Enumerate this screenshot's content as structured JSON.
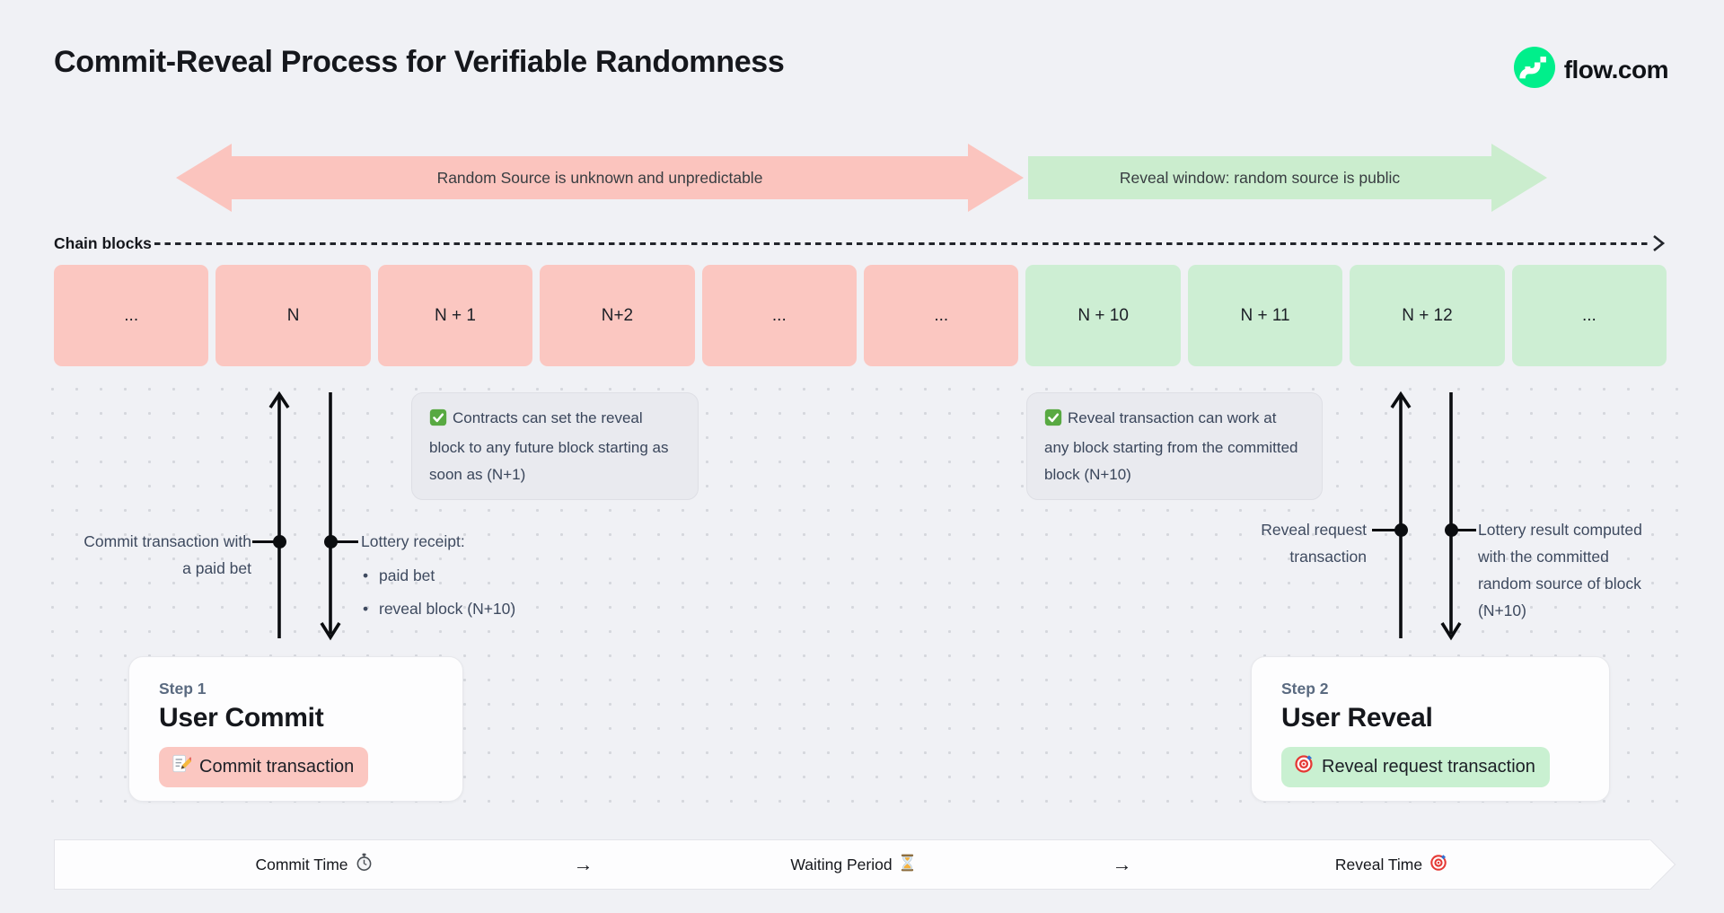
{
  "header": {
    "title": "Commit-Reveal Process for Verifiable Randomness",
    "brand": "flow.com"
  },
  "banners": {
    "unknown": "Random Source is unknown and unpredictable",
    "reveal": "Reveal window: random source is public"
  },
  "chain": {
    "label": "Chain blocks",
    "blocks": [
      {
        "label": "...",
        "phase": "commit"
      },
      {
        "label": "N",
        "phase": "commit"
      },
      {
        "label": "N + 1",
        "phase": "commit"
      },
      {
        "label": "N+2",
        "phase": "commit"
      },
      {
        "label": "...",
        "phase": "commit"
      },
      {
        "label": "...",
        "phase": "commit"
      },
      {
        "label": "N + 10",
        "phase": "reveal"
      },
      {
        "label": "N + 11",
        "phase": "reveal"
      },
      {
        "label": "N + 12",
        "phase": "reveal"
      },
      {
        "label": "...",
        "phase": "reveal"
      }
    ]
  },
  "notes": {
    "commit": {
      "icon": "check-icon",
      "text": "Contracts can set the reveal block to any future block starting as soon as (N+1)"
    },
    "reveal": {
      "icon": "check-icon",
      "text": "Reveal transaction can work at any block starting from the committed block (N+10)"
    }
  },
  "annotations": {
    "commit_left": "Commit transaction with a paid bet",
    "commit_right_title": "Lottery receipt:",
    "commit_right_bullets": [
      "paid bet",
      "reveal block (N+10)"
    ],
    "reveal_left": "Reveal request transaction",
    "reveal_right": "Lottery result computed with the committed random source of block (N+10)"
  },
  "steps": {
    "commit": {
      "label": "Step 1",
      "title": "User Commit",
      "button": "Commit transaction",
      "icon": "memo-icon"
    },
    "reveal": {
      "label": "Step 2",
      "title": "User Reveal",
      "button": "Reveal request transaction",
      "icon": "target-icon"
    }
  },
  "timeline": {
    "items": [
      {
        "label": "Commit Time",
        "icon": "stopwatch-icon"
      },
      {
        "label": "Waiting Period",
        "icon": "hourglass-icon"
      },
      {
        "label": "Reveal Time",
        "icon": "target-icon"
      }
    ],
    "separator": "→"
  },
  "colors": {
    "flow_green": "#00EF8B",
    "commit_pink": "#FBC7C1",
    "reveal_green": "#CDEED3",
    "note_bg": "#E9EAEF",
    "page_bg": "#F0F1F5",
    "ink": "#15171C",
    "slate": "#3E4A5F"
  }
}
